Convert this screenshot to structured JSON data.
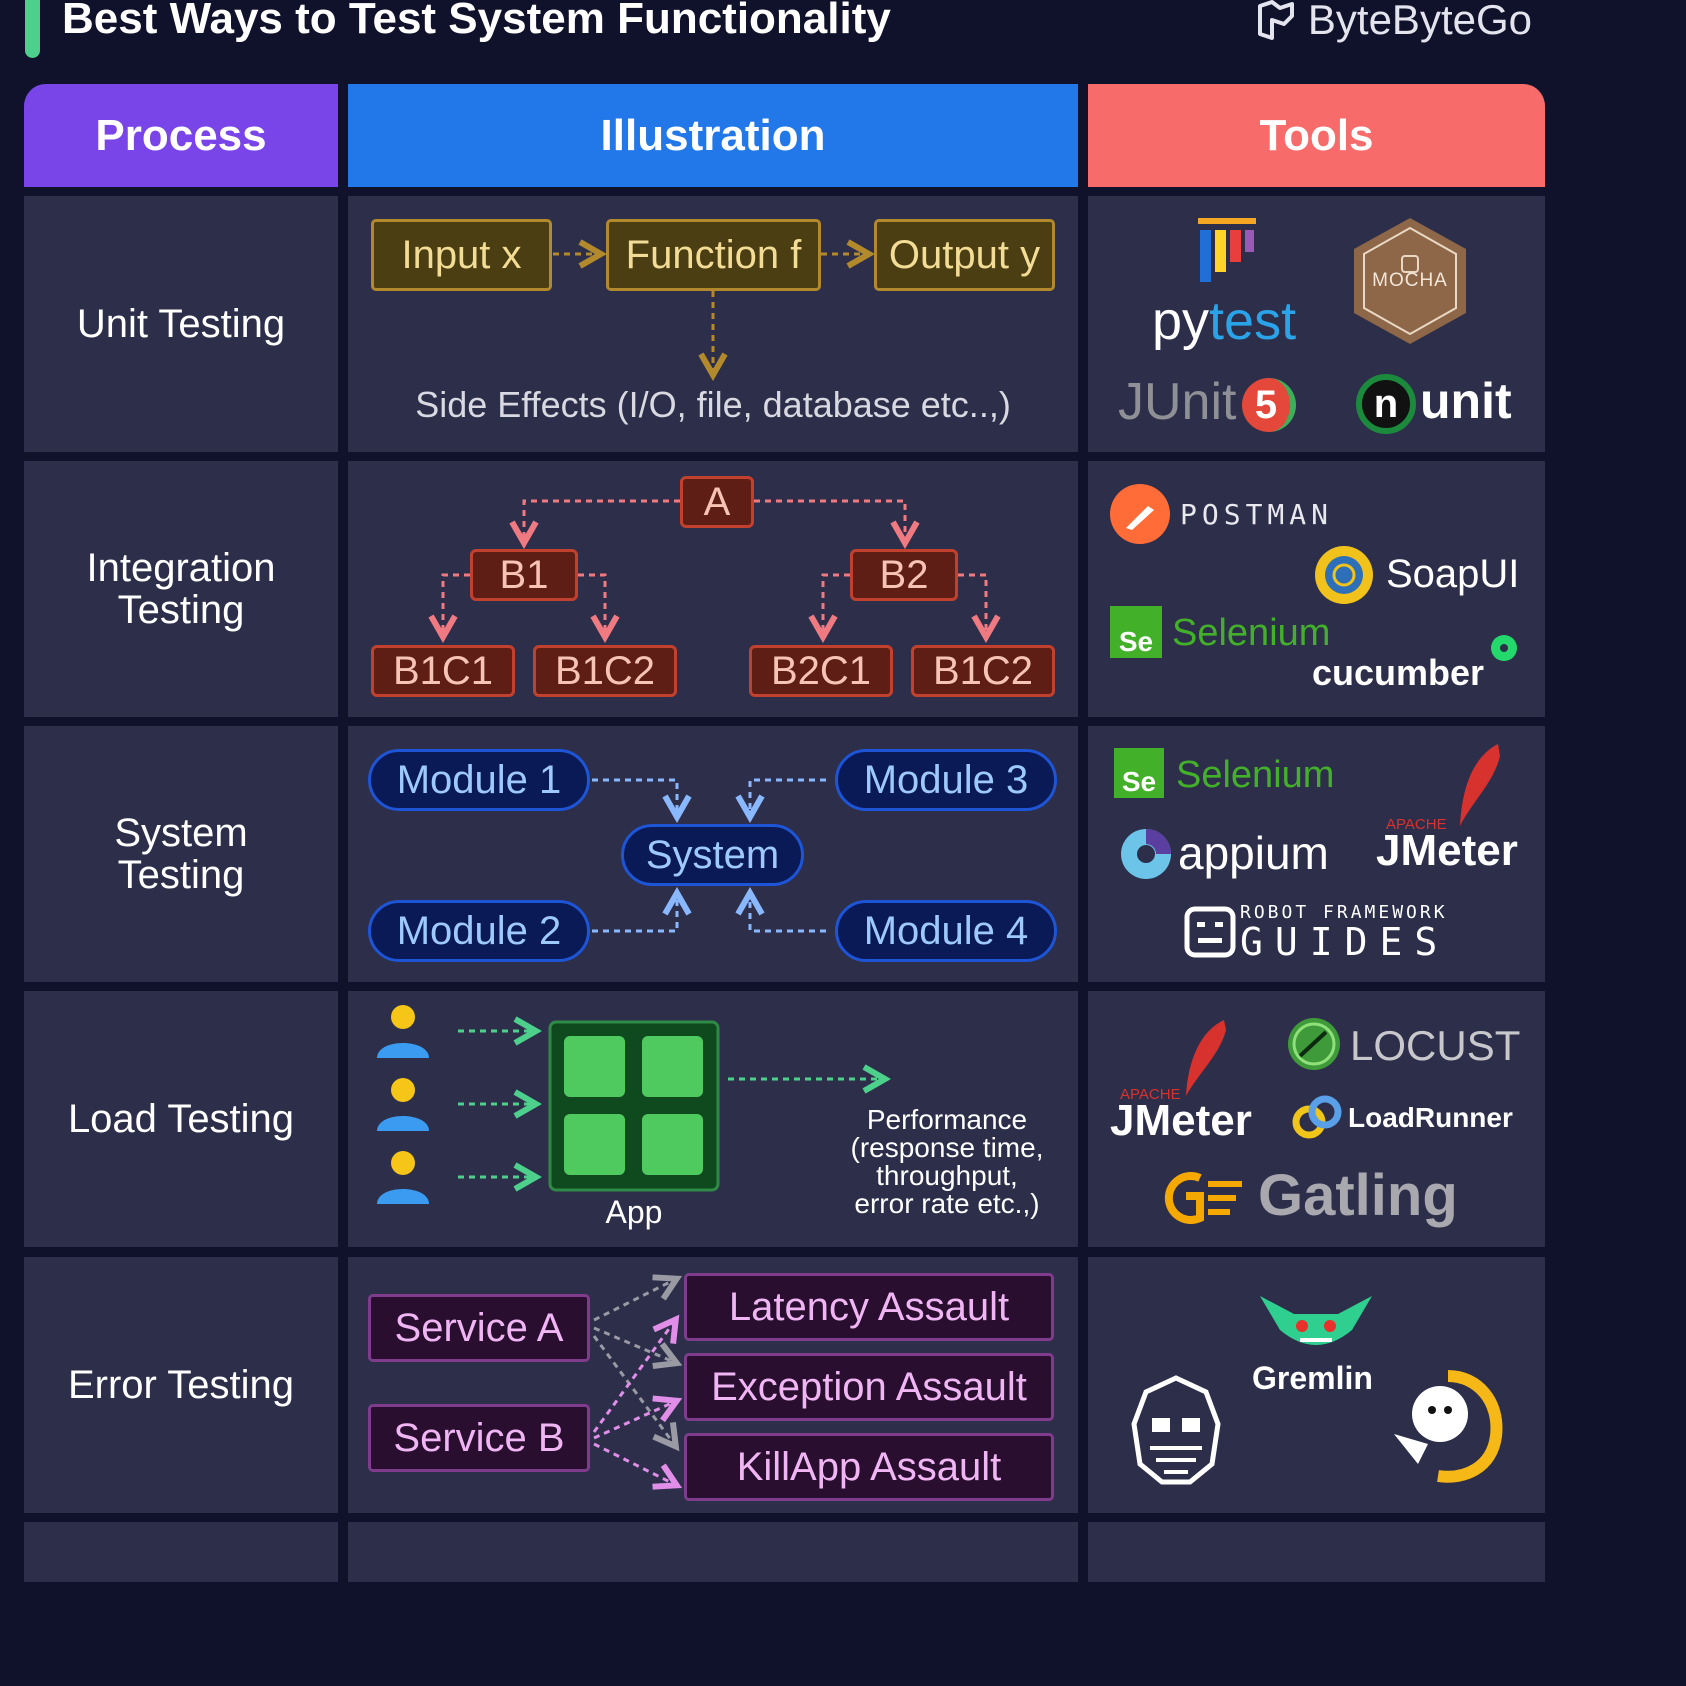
{
  "title": "Best Ways to Test System Functionality",
  "brand": "ByteByteGo",
  "headers": {
    "process": "Process",
    "illustration": "Illustration",
    "tools": "Tools"
  },
  "rows": {
    "unit": {
      "process": "Unit Testing",
      "input": "Input x",
      "function": "Function f",
      "output": "Output y",
      "side_effects": "Side Effects (I/O, file, database etc..,)",
      "tools": {
        "pytest_a": "py",
        "pytest_b": "test",
        "mocha": "MOCHA",
        "junit": "JUnit",
        "junit_ver": "5",
        "nunit_n": "n",
        "nunit": "unit"
      }
    },
    "integration": {
      "process": "Integration Testing",
      "a": "A",
      "b1": "B1",
      "b2": "B2",
      "b1c1": "B1C1",
      "b1c2": "B1C2",
      "b2c1": "B2C1",
      "b2c2": "B1C2",
      "tools": {
        "postman": "POSTMAN",
        "soapui": "SoapUI",
        "selenium": "Selenium",
        "cucumber": "cucumber"
      }
    },
    "system": {
      "process": "System Testing",
      "m1": "Module 1",
      "m2": "Module 2",
      "m3": "Module 3",
      "m4": "Module 4",
      "system": "System",
      "tools": {
        "selenium": "Selenium",
        "appium": "appium",
        "jmeter_apache": "APACHE",
        "jmeter": "JMeter",
        "rf_top": "ROBOT FRAMEWORK",
        "rf_bottom": "GUIDES"
      }
    },
    "load": {
      "process": "Load Testing",
      "app": "App",
      "performance": [
        "Performance",
        "(response time,",
        "throughput,",
        "error rate etc.,)"
      ],
      "tools": {
        "jmeter_apache": "APACHE",
        "jmeter": "JMeter",
        "locust": "LOCUST",
        "loadrunner": "LoadRunner",
        "gatling": "Gatling"
      }
    },
    "error": {
      "process": "Error Testing",
      "service_a": "Service A",
      "service_b": "Service B",
      "latency": "Latency Assault",
      "exception": "Exception Assault",
      "killapp": "KillApp Assault",
      "tools": {
        "gremlin": "Gremlin"
      }
    }
  },
  "colors": {
    "process": "#7a45e8",
    "illustration": "#2278e8",
    "tools": "#f76b6b",
    "accent": "#4cd08b"
  }
}
